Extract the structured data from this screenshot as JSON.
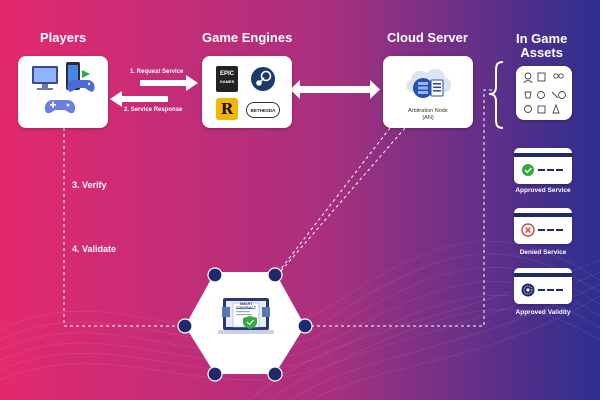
{
  "colors": {
    "bg_left": "#e3296e",
    "bg_mid": "#a8307f",
    "bg_right": "#2d2f8f",
    "node_dark": "#1e2a6b",
    "card": "#ffffff",
    "approved": "#2eaa3a",
    "denied": "#d64545"
  },
  "sections": {
    "players": "Players",
    "engines": "Game Engines",
    "cloud": "Cloud Server",
    "assets_line1": "In Game",
    "assets_line2": "Assets"
  },
  "arrows": {
    "request": "1. Request Service",
    "response": "2. Service Response"
  },
  "steps": {
    "verify": "3. Verify",
    "validate": "4. Validate"
  },
  "cloud_node": {
    "line1": "Arbitration Node",
    "line2": "(AN)"
  },
  "engine_logos": {
    "epic_line1": "EPIC",
    "epic_line2": "GAMES",
    "rockstar": "R",
    "bethesda": "BETHESDA"
  },
  "contract_label_line1": "SMART",
  "contract_label_line2": "CONTRACT",
  "services": [
    {
      "label": "Approved Service",
      "status_icon": "check-icon"
    },
    {
      "label": "Denied Service",
      "status_icon": "cross-icon"
    },
    {
      "label": "Approved Validity",
      "status_icon": "badge-icon"
    }
  ],
  "icons": {
    "players": [
      "pc-icon",
      "mobile-icon",
      "gamepad-icon"
    ],
    "engines": [
      "epic-games-logo",
      "steam-logo",
      "rockstar-logo",
      "bethesda-logo"
    ],
    "cloud": "cloud-server-icon",
    "contract": "smart-contract-laptop-icon"
  }
}
